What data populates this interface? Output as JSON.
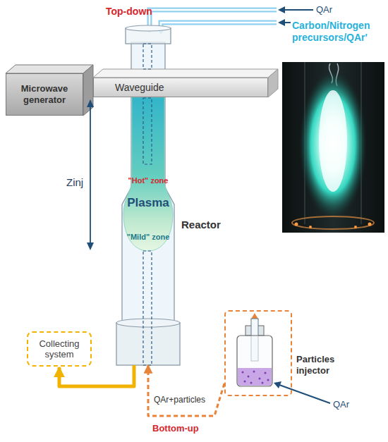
{
  "diagram": {
    "nodes": [
      {
        "text": [
          "Microwave generator"
        ]
      },
      {
        "text": [
          "Waveguide"
        ]
      },
      {
        "text": [
          "Reactor"
        ]
      },
      {
        "text": [
          "\"Hot\" zone",
          "Plasma",
          "\"Mild\" zone"
        ],
        "in": 2
      },
      {
        "text": [
          "Collecting system"
        ]
      },
      {
        "text": [
          "Particles injector"
        ]
      }
    ],
    "edges": [
      {
        "from": 2,
        "to": 4,
        "arrow": "to"
      },
      {
        "from": 5,
        "to": 2,
        "label": "QAr+particles",
        "arrow": "to"
      }
    ],
    "labels": [
      "Top-down",
      "QAr",
      "Carbon/Nitrogen precursors/QAr'",
      "Zinj",
      "QAr",
      "Bottom-up"
    ]
  }
}
